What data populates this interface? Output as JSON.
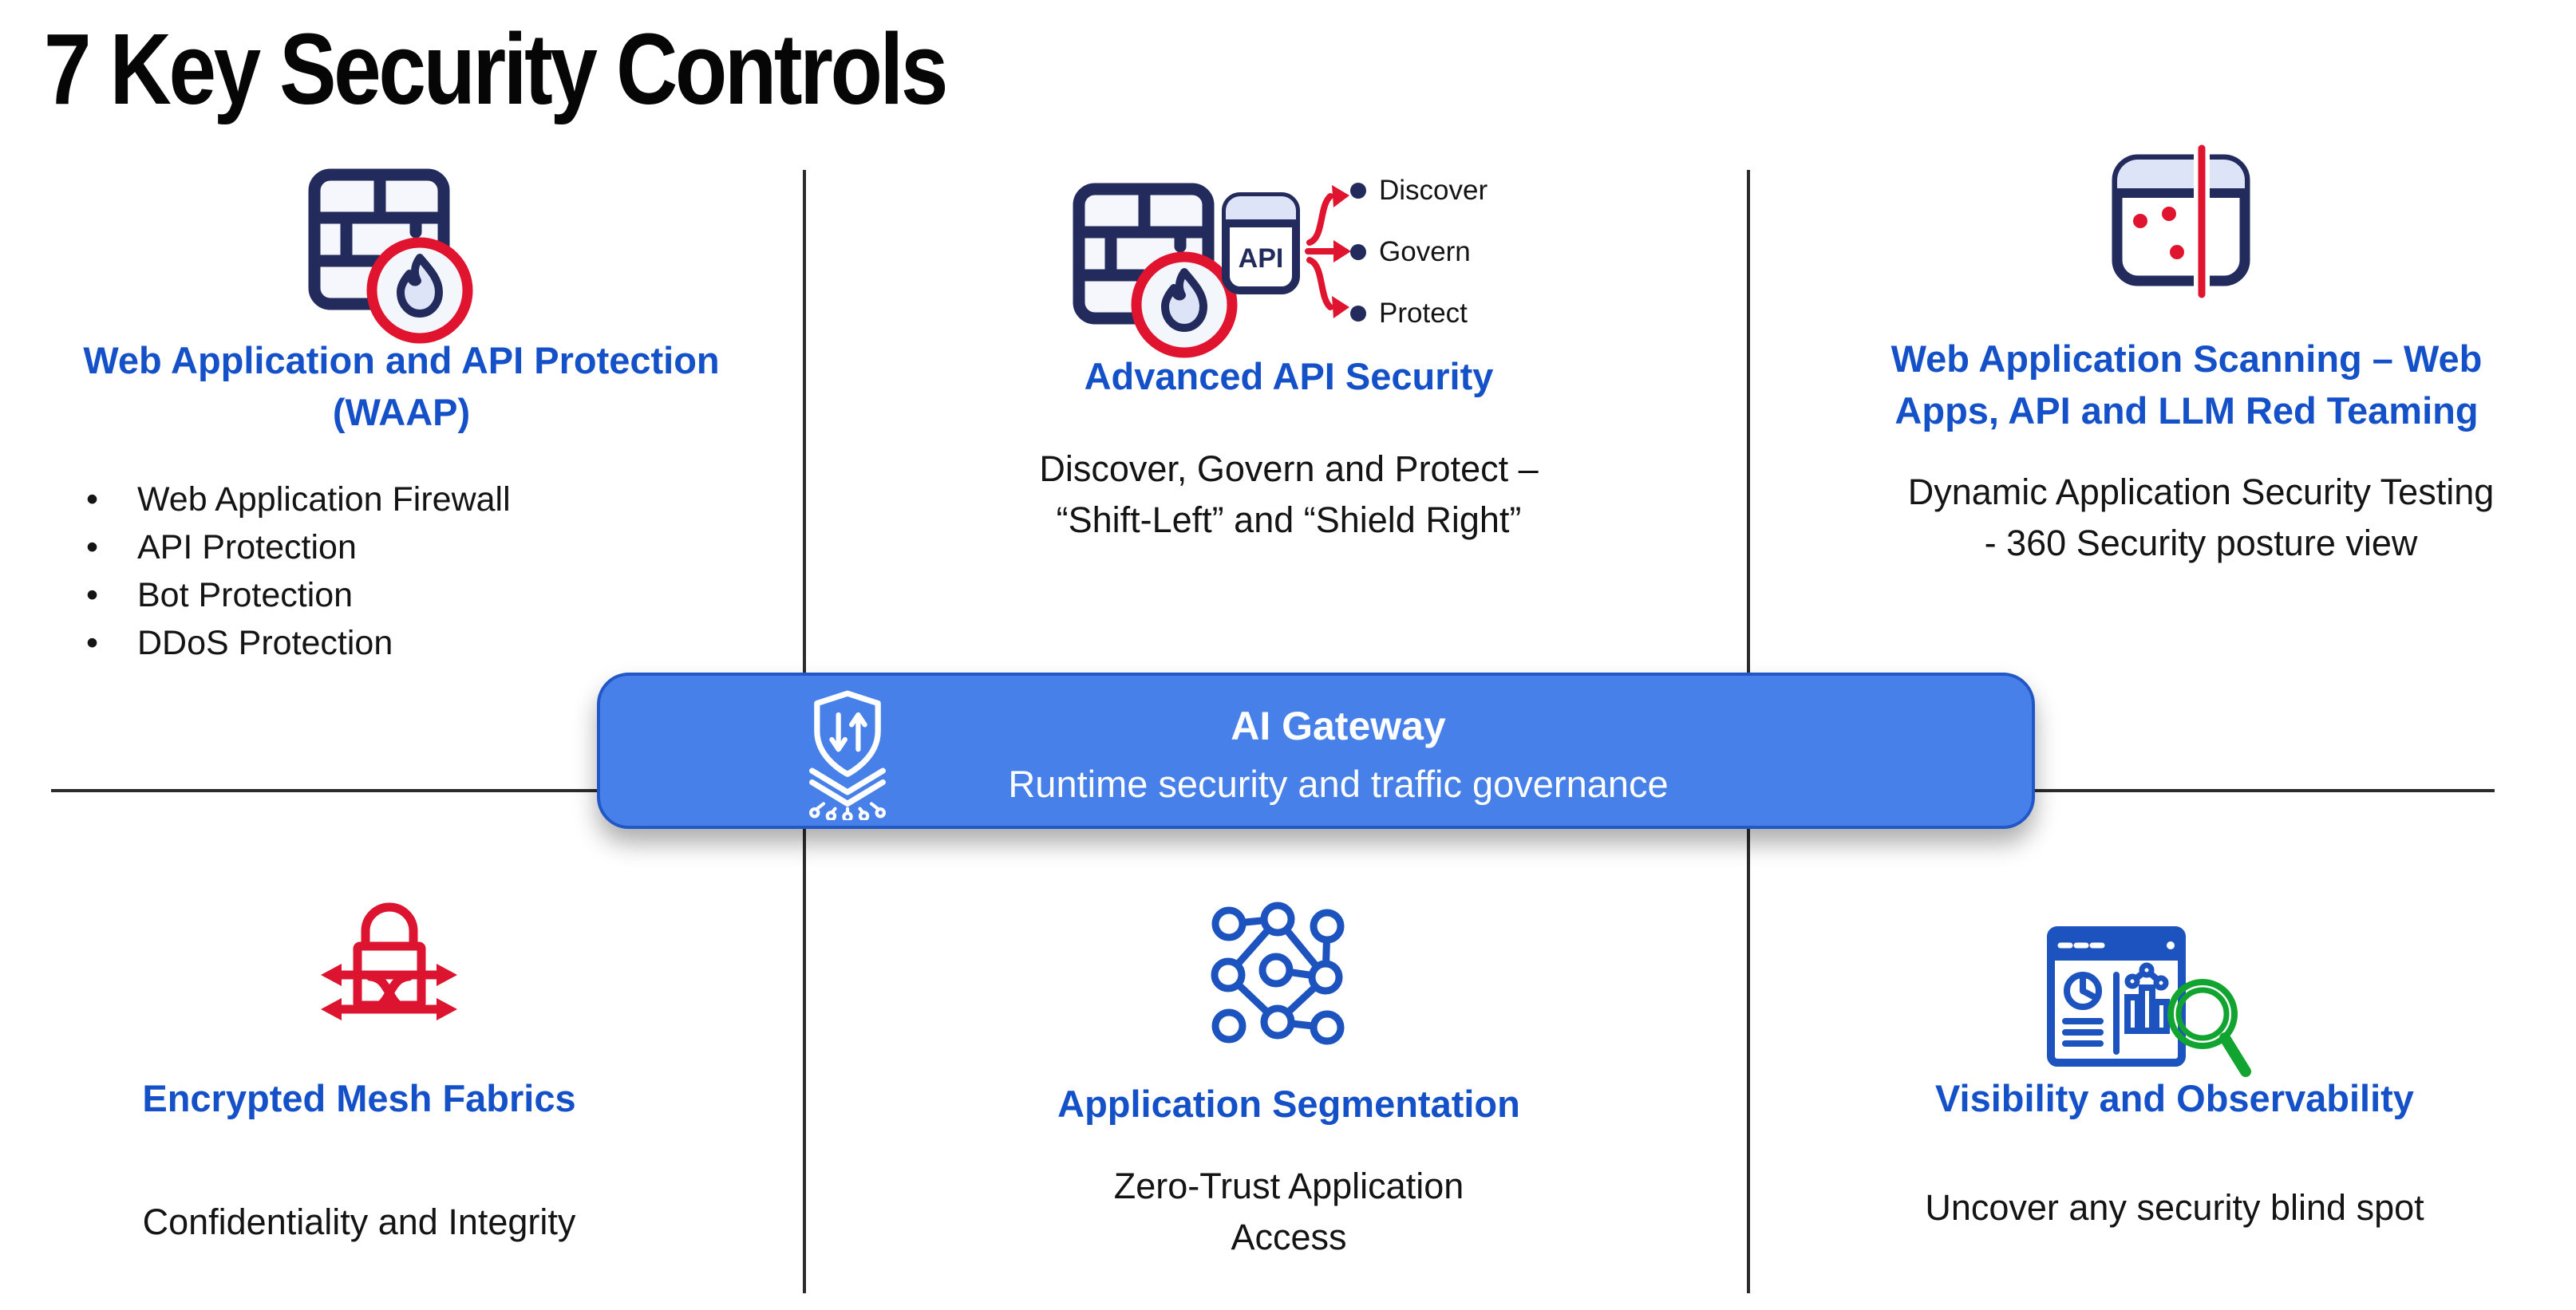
{
  "title": "7 Key Security Controls",
  "colors": {
    "heading_blue": "#1450C8",
    "icon_navy": "#222B5C",
    "icon_red": "#E0142E",
    "lock_red": "#DC1430",
    "icon_blue": "#1D53BE",
    "magnifier_green": "#12A430",
    "banner_blue": "#4680E8",
    "banner_border": "#2257C8",
    "divider_gray": "#2B2B2B"
  },
  "icons": {
    "waap": "firewall-flame-icon",
    "api_security": [
      "firewall-flame-icon",
      "api-window-icon",
      "flow-arrows-icon"
    ],
    "scanning": "scanner-window-icon",
    "gateway": "shield-mesh-icon",
    "mesh": "encrypted-lock-arrows-icon",
    "segmentation": "network-nodes-icon",
    "visibility": "dashboard-magnifier-icon"
  },
  "grid": {
    "waap": {
      "title": "Web Application and API Protection (WAAP)",
      "bullets": [
        "Web Application Firewall",
        "API Protection",
        "Bot Protection",
        "DDoS Protection"
      ]
    },
    "api_security": {
      "title": "Advanced API Security",
      "api_label": "API",
      "flow_items": [
        "Discover",
        "Govern",
        "Protect"
      ],
      "body": "Discover, Govern and Protect – “Shift-Left” and “Shield Right”"
    },
    "scanning": {
      "title": "Web Application Scanning – Web Apps, API and LLM Red Teaming",
      "body": "Dynamic Application Security Testing - 360 Security posture view"
    },
    "gateway": {
      "title": "AI Gateway",
      "subtitle": "Runtime security and traffic governance"
    },
    "mesh": {
      "title": "Encrypted Mesh Fabrics",
      "body": "Confidentiality and Integrity"
    },
    "segmentation": {
      "title": "Application Segmentation",
      "body": "Zero-Trust Application Access"
    },
    "visibility": {
      "title": "Visibility and Observability",
      "body": "Uncover any security blind spot"
    }
  }
}
